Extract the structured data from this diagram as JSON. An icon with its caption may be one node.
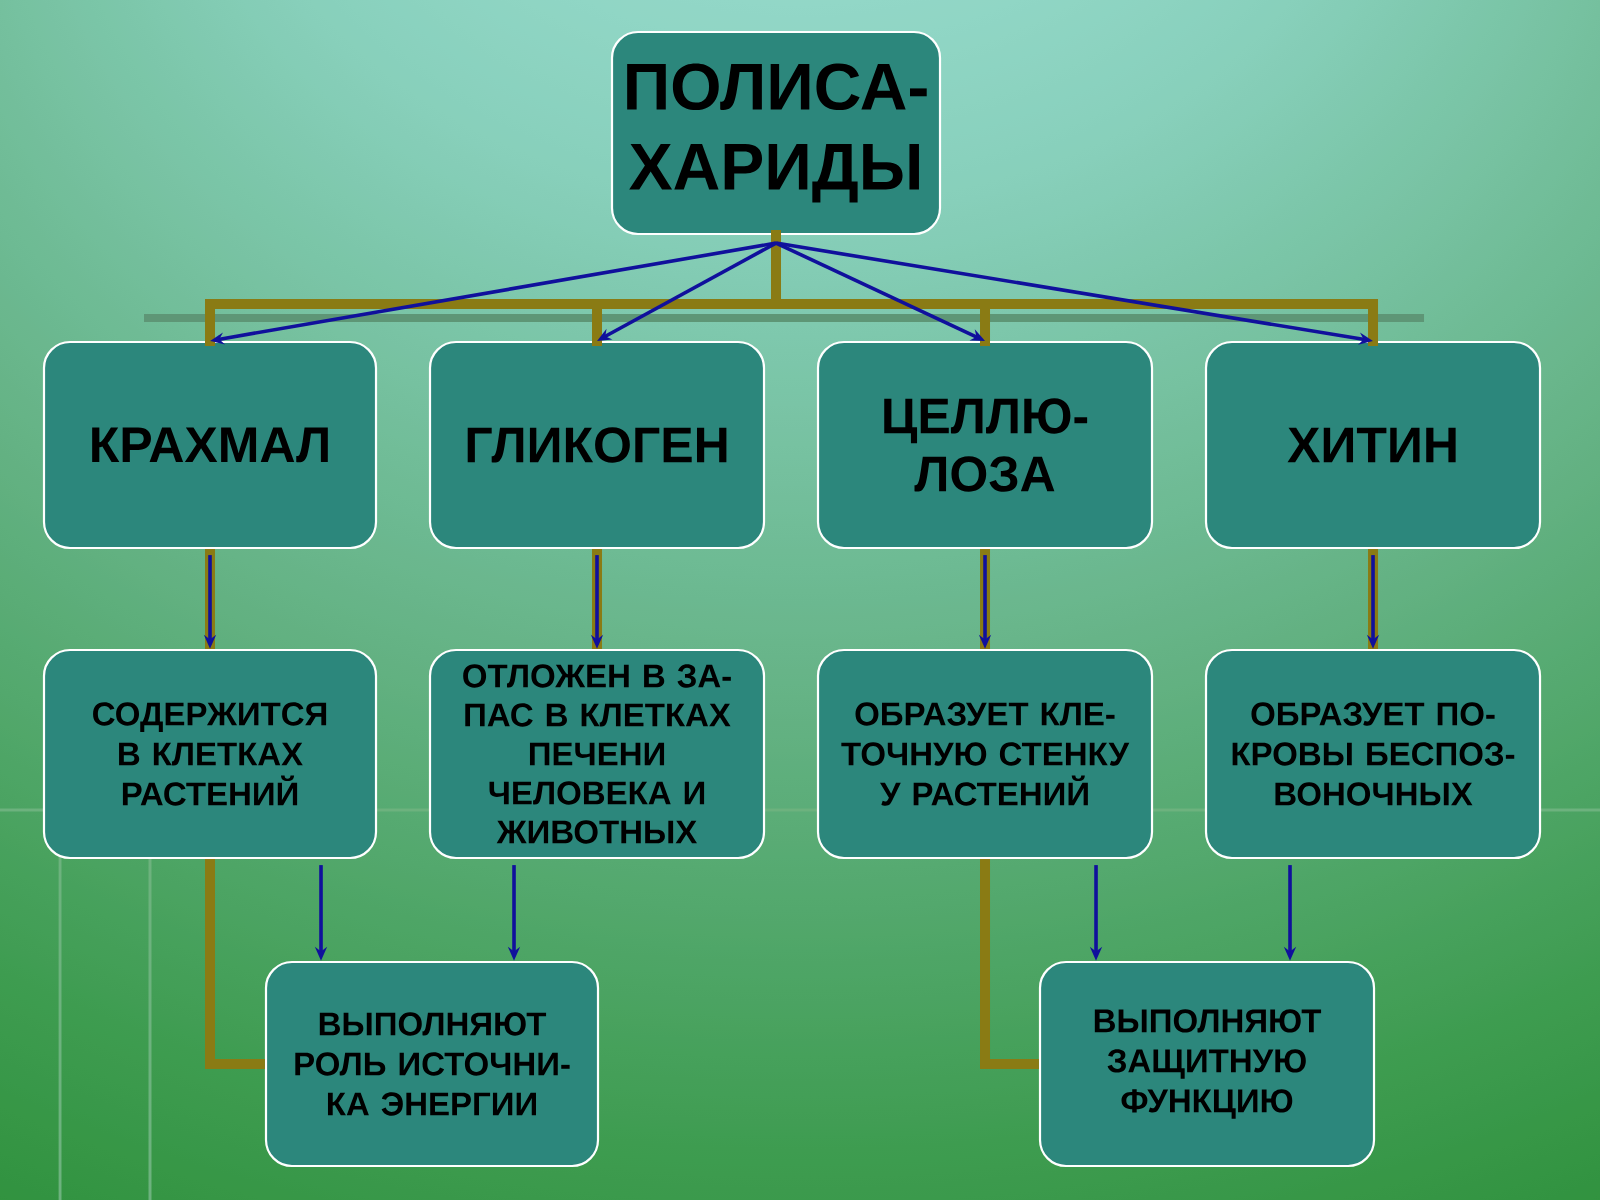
{
  "diagram": {
    "nodes": [
      {
        "text": [
          "ПОЛИСА- ХАРИДЫ"
        ]
      },
      {
        "text": [
          "КРАХМАЛ"
        ]
      },
      {
        "text": [
          "ГЛИКОГЕН"
        ]
      },
      {
        "text": [
          "ЦЕЛЛЮ- ЛОЗА"
        ]
      },
      {
        "text": [
          "ХИТИН"
        ]
      },
      {
        "text": [
          "СОДЕРЖИТСЯ В КЛЕТКАХ РАСТЕНИЙ"
        ]
      },
      {
        "text": [
          "ОТЛОЖЕН В ЗА- ПАС В КЛЕТКАХ ПЕЧЕНИ ЧЕЛОВЕКА И ЖИВОТНЫХ"
        ]
      },
      {
        "text": [
          "ОБРАЗУЕТ КЛЕ- ТОЧНУЮ СТЕНКУ У РАСТЕНИЙ"
        ]
      },
      {
        "text": [
          "ОБРАЗУЕТ ПО- КРОВЫ БЕСПОЗ- ВОНОЧНЫХ"
        ]
      },
      {
        "text": [
          "ВЫПОЛНЯЮТ РОЛЬ ИСТОЧНИ- КА ЭНЕРГИИ"
        ]
      },
      {
        "text": [
          "ВЫПОЛНЯЮТ ЗАЩИТНУЮ ФУНКЦИЮ"
        ]
      }
    ],
    "edges": [
      {
        "from": 0,
        "to": 1,
        "arrow": "to"
      },
      {
        "from": 0,
        "to": 2,
        "arrow": "to"
      },
      {
        "from": 0,
        "to": 3,
        "arrow": "to"
      },
      {
        "from": 0,
        "to": 4,
        "arrow": "to"
      },
      {
        "from": 1,
        "to": 5,
        "arrow": "to"
      },
      {
        "from": 2,
        "to": 6,
        "arrow": "to"
      },
      {
        "from": 3,
        "to": 7,
        "arrow": "to"
      },
      {
        "from": 4,
        "to": 8,
        "arrow": "to"
      },
      {
        "from": 5,
        "to": 9,
        "arrow": "to"
      },
      {
        "from": 6,
        "to": 9,
        "arrow": "to"
      },
      {
        "from": 7,
        "to": 10,
        "arrow": "to"
      },
      {
        "from": 8,
        "to": 10,
        "arrow": "to"
      },
      {
        "from": 0,
        "to": 1,
        "arrow": "none",
        "style": "thick",
        "color": "#8a7b14"
      },
      {
        "from": 0,
        "to": 2,
        "arrow": "none",
        "style": "thick",
        "color": "#8a7b14"
      },
      {
        "from": 0,
        "to": 3,
        "arrow": "none",
        "style": "thick",
        "color": "#8a7b14"
      },
      {
        "from": 0,
        "to": 4,
        "arrow": "none",
        "style": "thick",
        "color": "#8a7b14"
      },
      {
        "from": 1,
        "to": 5,
        "arrow": "none",
        "style": "thick",
        "color": "#8a7b14"
      },
      {
        "from": 2,
        "to": 6,
        "arrow": "none",
        "style": "thick",
        "color": "#8a7b14"
      },
      {
        "from": 3,
        "to": 7,
        "arrow": "none",
        "style": "thick",
        "color": "#8a7b14"
      },
      {
        "from": 4,
        "to": 8,
        "arrow": "none",
        "style": "thick",
        "color": "#8a7b14"
      },
      {
        "from": 5,
        "to": 9,
        "arrow": "none",
        "style": "thick",
        "color": "#8a7b14"
      },
      {
        "from": 7,
        "to": 10,
        "arrow": "none",
        "style": "thick",
        "color": "#8a7b14"
      }
    ]
  }
}
